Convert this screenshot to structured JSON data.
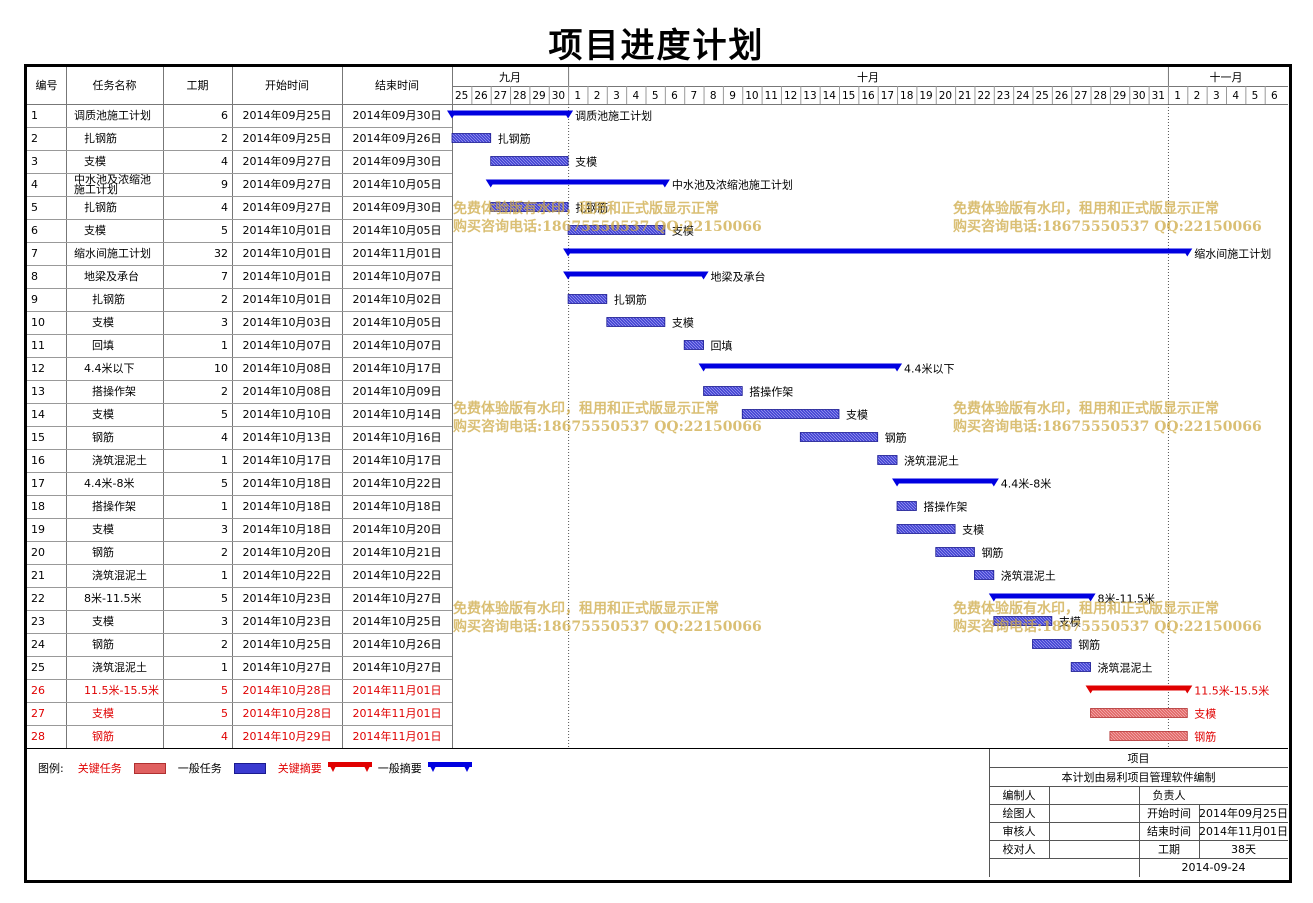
{
  "title": "项目进度计划",
  "headers": {
    "id": "编号",
    "name": "任务名称",
    "dur": "工期",
    "start": "开始时间",
    "end": "结束时间"
  },
  "months": [
    "九月",
    "十月",
    "十一月"
  ],
  "colors": {
    "summary": "#0000e0",
    "critical": "#e00000",
    "task": "#3a3ad0",
    "critical_task": "#e06060"
  },
  "chart_data": {
    "type": "gantt",
    "x_days": [
      "25",
      "26",
      "27",
      "28",
      "29",
      "30",
      "1",
      "2",
      "3",
      "4",
      "5",
      "6",
      "7",
      "8",
      "9",
      "10",
      "11",
      "12",
      "13",
      "14",
      "15",
      "16",
      "17",
      "18",
      "19",
      "20",
      "21",
      "22",
      "23",
      "24",
      "25",
      "26",
      "27",
      "28",
      "29",
      "30",
      "31",
      "1",
      "2",
      "3",
      "4",
      "5",
      "6"
    ],
    "tasks": [
      {
        "id": "1",
        "name": "调质池施工计划",
        "dur": "6",
        "start": "2014年09月25日",
        "end": "2014年09月30日",
        "kind": "summary",
        "critical": false,
        "label": "调质池施工计划",
        "indent": 0
      },
      {
        "id": "2",
        "name": "扎钢筋",
        "dur": "2",
        "start": "2014年09月25日",
        "end": "2014年09月26日",
        "kind": "task",
        "critical": false,
        "label": "扎钢筋",
        "indent": 1
      },
      {
        "id": "3",
        "name": "支模",
        "dur": "4",
        "start": "2014年09月27日",
        "end": "2014年09月30日",
        "kind": "task",
        "critical": false,
        "label": "支模",
        "indent": 1
      },
      {
        "id": "4",
        "name": "中水池及浓缩池施工计划",
        "dur": "9",
        "start": "2014年09月27日",
        "end": "2014年10月05日",
        "kind": "summary",
        "critical": false,
        "label": "中水池及浓缩池施工计划",
        "indent": 0
      },
      {
        "id": "5",
        "name": "扎钢筋",
        "dur": "4",
        "start": "2014年09月27日",
        "end": "2014年09月30日",
        "kind": "task",
        "critical": false,
        "label": "扎钢筋",
        "indent": 1
      },
      {
        "id": "6",
        "name": "支模",
        "dur": "5",
        "start": "2014年10月01日",
        "end": "2014年10月05日",
        "kind": "task",
        "critical": false,
        "label": "支模",
        "indent": 1
      },
      {
        "id": "7",
        "name": "缩水间施工计划",
        "dur": "32",
        "start": "2014年10月01日",
        "end": "2014年11月01日",
        "kind": "summary",
        "critical": false,
        "label": "缩水间施工计划",
        "indent": 0
      },
      {
        "id": "8",
        "name": "地梁及承台",
        "dur": "7",
        "start": "2014年10月01日",
        "end": "2014年10月07日",
        "kind": "summary",
        "critical": false,
        "label": "地梁及承台",
        "indent": 1
      },
      {
        "id": "9",
        "name": "扎钢筋",
        "dur": "2",
        "start": "2014年10月01日",
        "end": "2014年10月02日",
        "kind": "task",
        "critical": false,
        "label": "扎钢筋",
        "indent": 2
      },
      {
        "id": "10",
        "name": "支模",
        "dur": "3",
        "start": "2014年10月03日",
        "end": "2014年10月05日",
        "kind": "task",
        "critical": false,
        "label": "支模",
        "indent": 2
      },
      {
        "id": "11",
        "name": "回填",
        "dur": "1",
        "start": "2014年10月07日",
        "end": "2014年10月07日",
        "kind": "task",
        "critical": false,
        "label": "回填",
        "indent": 2
      },
      {
        "id": "12",
        "name": "4.4米以下",
        "dur": "10",
        "start": "2014年10月08日",
        "end": "2014年10月17日",
        "kind": "summary",
        "critical": false,
        "label": "4.4米以下",
        "indent": 1
      },
      {
        "id": "13",
        "name": "搭操作架",
        "dur": "2",
        "start": "2014年10月08日",
        "end": "2014年10月09日",
        "kind": "task",
        "critical": false,
        "label": "搭操作架",
        "indent": 2
      },
      {
        "id": "14",
        "name": "支模",
        "dur": "5",
        "start": "2014年10月10日",
        "end": "2014年10月14日",
        "kind": "task",
        "critical": false,
        "label": "支模",
        "indent": 2
      },
      {
        "id": "15",
        "name": "钢筋",
        "dur": "4",
        "start": "2014年10月13日",
        "end": "2014年10月16日",
        "kind": "task",
        "critical": false,
        "label": "钢筋",
        "indent": 2
      },
      {
        "id": "16",
        "name": "浇筑混泥土",
        "dur": "1",
        "start": "2014年10月17日",
        "end": "2014年10月17日",
        "kind": "task",
        "critical": false,
        "label": "浇筑混泥土",
        "indent": 2
      },
      {
        "id": "17",
        "name": "4.4米-8米",
        "dur": "5",
        "start": "2014年10月18日",
        "end": "2014年10月22日",
        "kind": "summary",
        "critical": false,
        "label": "4.4米-8米",
        "indent": 1
      },
      {
        "id": "18",
        "name": "搭操作架",
        "dur": "1",
        "start": "2014年10月18日",
        "end": "2014年10月18日",
        "kind": "task",
        "critical": false,
        "label": "搭操作架",
        "indent": 2
      },
      {
        "id": "19",
        "name": "支模",
        "dur": "3",
        "start": "2014年10月18日",
        "end": "2014年10月20日",
        "kind": "task",
        "critical": false,
        "label": "支模",
        "indent": 2
      },
      {
        "id": "20",
        "name": "钢筋",
        "dur": "2",
        "start": "2014年10月20日",
        "end": "2014年10月21日",
        "kind": "task",
        "critical": false,
        "label": "钢筋",
        "indent": 2
      },
      {
        "id": "21",
        "name": "浇筑混泥土",
        "dur": "1",
        "start": "2014年10月22日",
        "end": "2014年10月22日",
        "kind": "task",
        "critical": false,
        "label": "浇筑混泥土",
        "indent": 2
      },
      {
        "id": "22",
        "name": "8米-11.5米",
        "dur": "5",
        "start": "2014年10月23日",
        "end": "2014年10月27日",
        "kind": "summary",
        "critical": false,
        "label": "8米-11.5米",
        "indent": 1
      },
      {
        "id": "23",
        "name": "支模",
        "dur": "3",
        "start": "2014年10月23日",
        "end": "2014年10月25日",
        "kind": "task",
        "critical": false,
        "label": "支模",
        "indent": 2
      },
      {
        "id": "24",
        "name": "钢筋",
        "dur": "2",
        "start": "2014年10月25日",
        "end": "2014年10月26日",
        "kind": "task",
        "critical": false,
        "label": "钢筋",
        "indent": 2
      },
      {
        "id": "25",
        "name": "浇筑混泥土",
        "dur": "1",
        "start": "2014年10月27日",
        "end": "2014年10月27日",
        "kind": "task",
        "critical": false,
        "label": "浇筑混泥土",
        "indent": 2
      },
      {
        "id": "26",
        "name": "11.5米-15.5米",
        "dur": "5",
        "start": "2014年10月28日",
        "end": "2014年11月01日",
        "kind": "summary",
        "critical": true,
        "label": "11.5米-15.5米",
        "indent": 1
      },
      {
        "id": "27",
        "name": "支模",
        "dur": "5",
        "start": "2014年10月28日",
        "end": "2014年11月01日",
        "kind": "task",
        "critical": true,
        "label": "支模",
        "indent": 2
      },
      {
        "id": "28",
        "name": "钢筋",
        "dur": "4",
        "start": "2014年10月29日",
        "end": "2014年11月01日",
        "kind": "task",
        "critical": true,
        "label": "钢筋",
        "indent": 2
      }
    ]
  },
  "watermark": {
    "line1": "免费体验版有水印，租用和正式版显示正常",
    "line2": "购买咨询电话:18675550537 QQ:22150066"
  },
  "legend": {
    "prefix": "图例:",
    "critical_task": "关键任务",
    "normal_task": "一般任务",
    "critical_summary": "关键摘要",
    "normal_summary": "一般摘要"
  },
  "titleblock": {
    "project": "项目",
    "made_by_software": "本计划由易利项目管理软件编制",
    "compiler": "编制人",
    "owner": "负责人",
    "drawer": "绘图人",
    "start_label": "开始时间",
    "start_value": "2014年09月25日",
    "reviewer": "审核人",
    "end_label": "结束时间",
    "end_value": "2014年11月01日",
    "checker": "校对人",
    "dur_label": "工期",
    "dur_value": "38天",
    "date": "2014-09-24"
  }
}
